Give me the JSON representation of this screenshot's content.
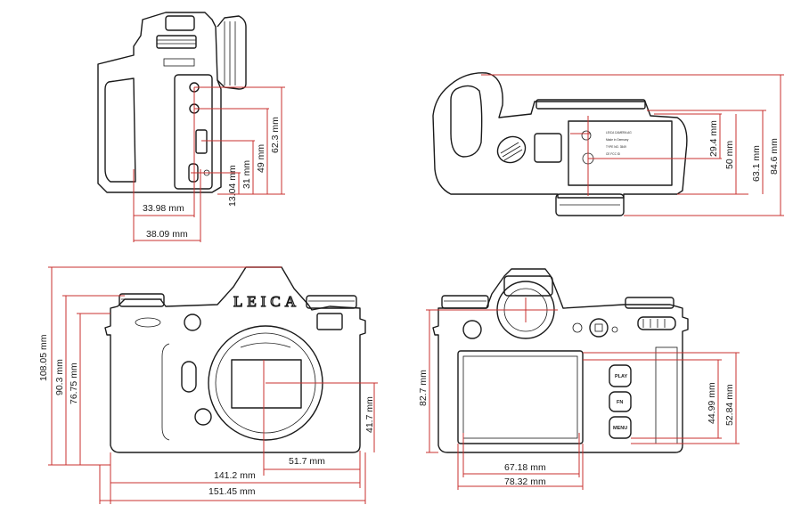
{
  "brand": "LEICA",
  "side_view": {
    "dimensions": [
      "33.98 mm",
      "38.09 mm",
      "13.04 mm",
      "31 mm",
      "49 mm",
      "62.3 mm"
    ]
  },
  "top_view": {
    "dimensions": [
      "29.4 mm",
      "50 mm",
      "63.1 mm",
      "84.6 mm"
    ]
  },
  "front_view": {
    "dimensions": [
      "108.05 mm",
      "90.3 mm",
      "76.75 mm",
      "41.7 mm",
      "51.7 mm",
      "141.2 mm",
      "151.45 mm"
    ]
  },
  "back_view": {
    "dimensions": [
      "82.7 mm",
      "44.99 mm",
      "52.84 mm",
      "67.18 mm",
      "78.32 mm"
    ],
    "buttons": [
      "PLAY",
      "FN",
      "MENU"
    ]
  },
  "colors": {
    "dimension_line": "#c8312f",
    "outline": "#1a1a1a"
  }
}
